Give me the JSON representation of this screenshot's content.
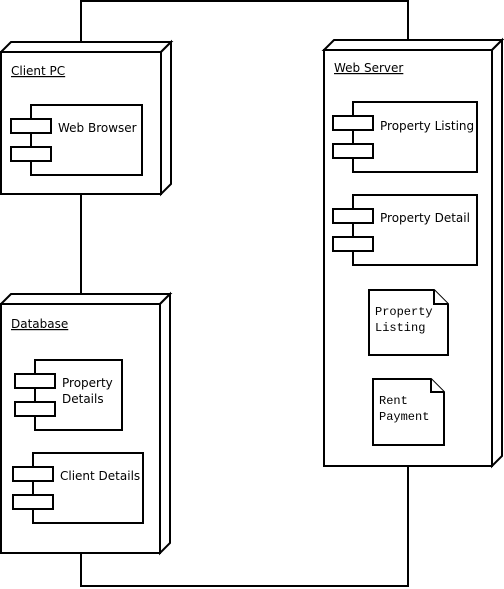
{
  "nodes": {
    "client_pc": {
      "title": "Client PC",
      "components": [
        {
          "label": "Web Browser"
        }
      ]
    },
    "database": {
      "title": "Database",
      "components": [
        {
          "line1": "Property",
          "line2": "Details"
        },
        {
          "label": "Client Details"
        }
      ]
    },
    "web_server": {
      "title": "Web Server",
      "components": [
        {
          "label": "Property Listing"
        },
        {
          "label": "Property Detail"
        }
      ],
      "artifacts": [
        {
          "line1": "Property",
          "line2": "Listing"
        },
        {
          "line1": "Rent",
          "line2": "Payment"
        }
      ]
    }
  }
}
